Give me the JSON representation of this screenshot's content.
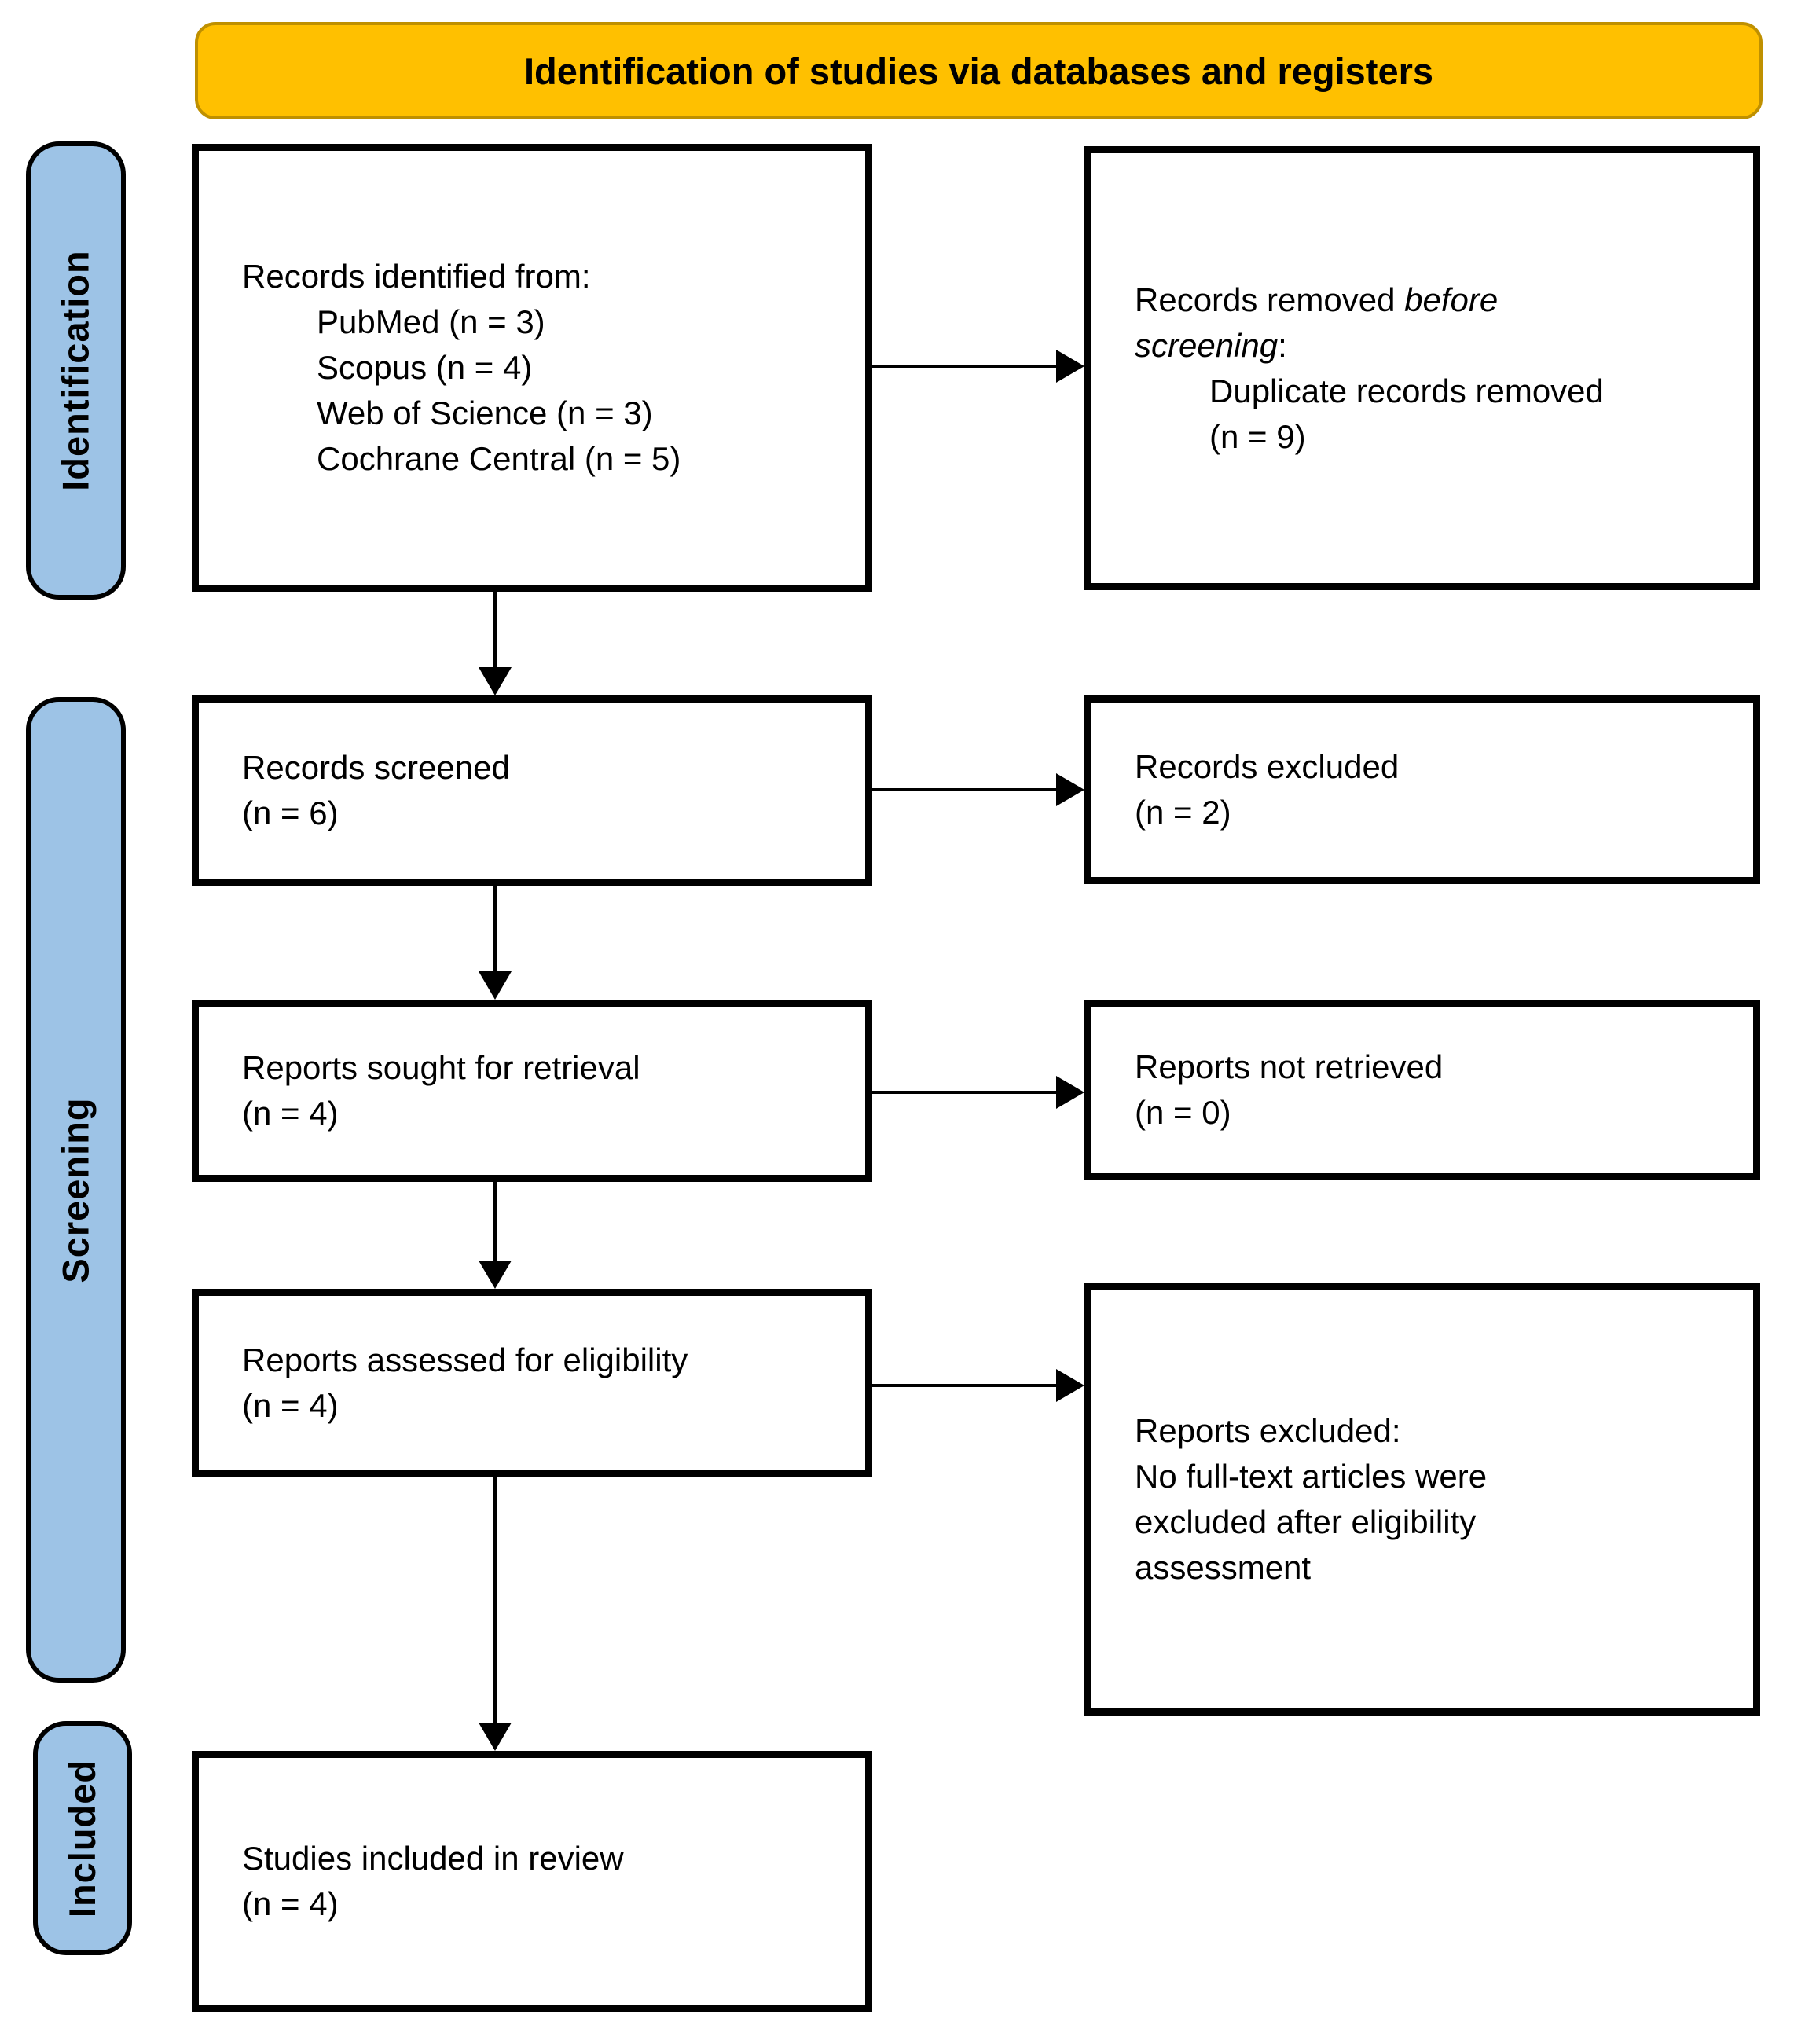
{
  "title": {
    "label": "Identification of studies via databases and registers"
  },
  "colors": {
    "header_fill": "#FFC000",
    "header_border": "#BF9000",
    "stage_fill": "#9DC3E6",
    "line_color": "#000000"
  },
  "stages": [
    {
      "id": "identification",
      "label": "Identification"
    },
    {
      "id": "screening",
      "label": "Screening"
    },
    {
      "id": "included",
      "label": "Included"
    }
  ],
  "boxes": {
    "records_identified": {
      "lines": [
        {
          "text": "Records identified from:"
        },
        {
          "text": "PubMed (n = 3)",
          "indent": true
        },
        {
          "text": "Scopus (n = 4)",
          "indent": true
        },
        {
          "text": "Web of Science (n = 3)",
          "indent": true
        },
        {
          "text": "Cochrane Central (n = 5)",
          "indent": true
        }
      ]
    },
    "records_removed": {
      "lines": [
        {
          "segments": [
            {
              "text": "Records removed "
            },
            {
              "text": "before",
              "italic": true
            }
          ]
        },
        {
          "segments": [
            {
              "text": "screening",
              "italic": true
            },
            {
              "text": ":"
            }
          ]
        },
        {
          "text": "Duplicate records removed",
          "indent": true
        },
        {
          "text": "(n = 9)",
          "indent": true
        }
      ]
    },
    "records_screened": {
      "lines": [
        {
          "text": "Records screened"
        },
        {
          "text": "(n = 6)"
        }
      ]
    },
    "records_excluded": {
      "lines": [
        {
          "text": "Records excluded"
        },
        {
          "text": "(n = 2)"
        }
      ]
    },
    "reports_sought": {
      "lines": [
        {
          "text": "Reports sought for retrieval"
        },
        {
          "text": "(n = 4)"
        }
      ]
    },
    "reports_not_retrieved": {
      "lines": [
        {
          "text": "Reports not retrieved"
        },
        {
          "text": "(n = 0)"
        }
      ]
    },
    "reports_assessed": {
      "lines": [
        {
          "text": "Reports assessed for eligibility"
        },
        {
          "text": "(n = 4)"
        }
      ]
    },
    "reports_excluded": {
      "lines": [
        {
          "text": "Reports excluded:"
        },
        {
          "text": "No full-text articles were"
        },
        {
          "text": "excluded after eligibility"
        },
        {
          "text": "assessment"
        }
      ]
    },
    "studies_included": {
      "lines": [
        {
          "text": "Studies included in review"
        },
        {
          "text": "(n = 4)"
        }
      ]
    }
  }
}
